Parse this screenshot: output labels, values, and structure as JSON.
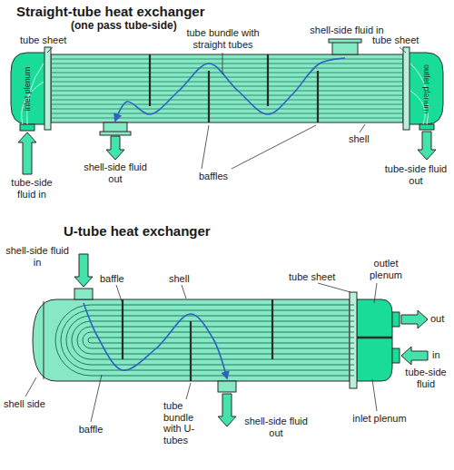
{
  "diagram": {
    "title": "Straight-tube heat exchanger",
    "nodes": [
      {
        "text": [
          "inlet plenum"
        ]
      },
      {
        "text": [
          "outlet plenum"
        ]
      }
    ],
    "labels": [
      "(one pass tube-side)",
      "tube sheet",
      "tube bundle with straight tubes",
      "shell-side fluid in",
      "tube sheet",
      "baffles",
      "shell",
      "tube-side fluid in",
      "shell-side fluid out",
      "tube-side fluid out",
      "U-tube heat exchanger",
      "shell-side fluid in",
      "baffle",
      "shell",
      "tube sheet",
      "outlet plenum",
      "out",
      "in",
      "tube-side fluid",
      "shell side",
      "baffle",
      "tube bundle with U-tubes",
      "shell-side fluid out",
      "inlet plenum"
    ]
  }
}
